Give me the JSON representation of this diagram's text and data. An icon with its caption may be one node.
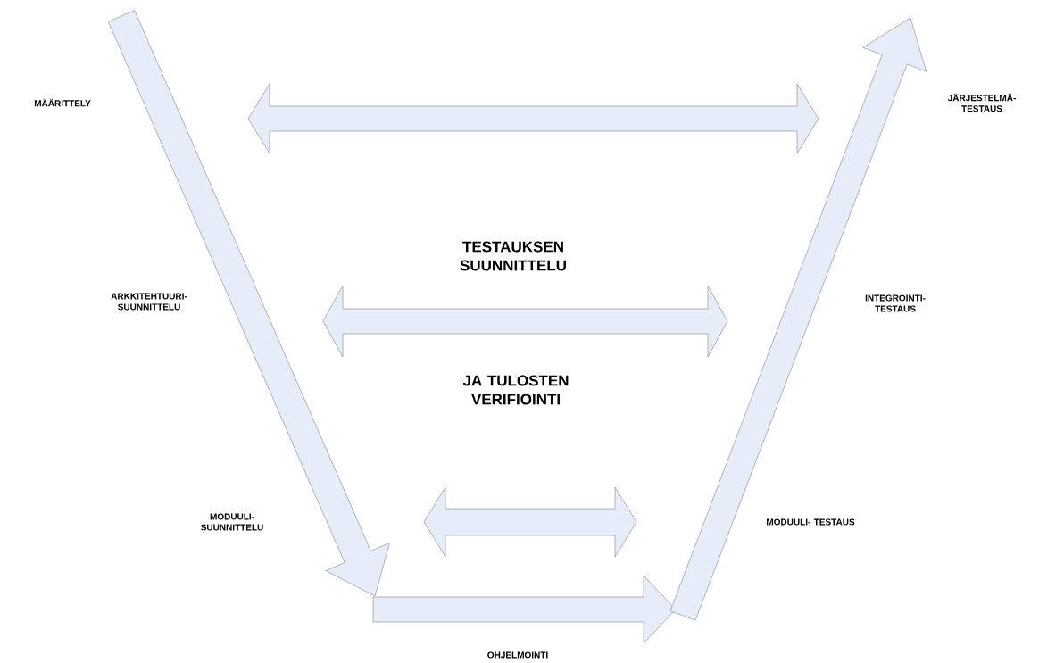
{
  "diagram": {
    "labels": [
      "MÄÄRITTELY",
      "JÄRJESTELMÄ- TESTAUS",
      "TESTAUKSEN SUUNNITTELU",
      "ARKKITEHTUURI- SUUNNITTELU",
      "INTEGROINTI- TESTAUS",
      "JA TULOSTEN VERIFIOINTI",
      "MODUULI- SUUNNITTELU",
      "MODUULI- TESTAUS",
      "OHJELMOINTI"
    ]
  }
}
